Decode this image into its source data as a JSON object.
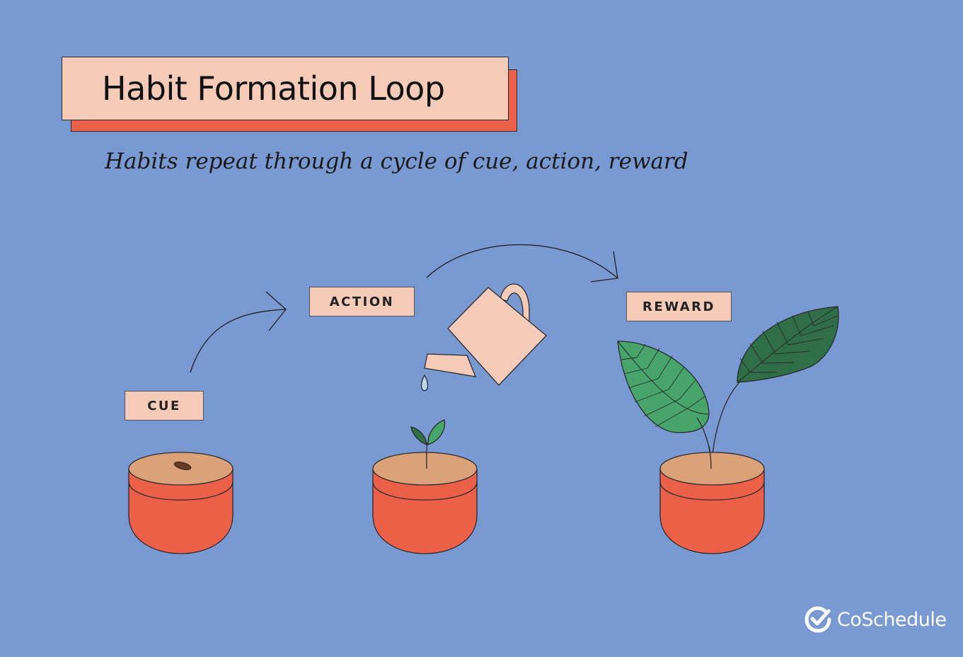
{
  "title": "Habit Formation Loop",
  "subtitle": "Habits repeat through a cycle of cue, action, reward",
  "stages": [
    {
      "label": "CUE"
    },
    {
      "label": "ACTION"
    },
    {
      "label": "REWARD"
    }
  ],
  "brand": {
    "name": "CoSchedule",
    "icon": "check-logo-icon"
  },
  "colors": {
    "background": "#7899d1",
    "title_box": "#f4cbb8",
    "accent": "#ec604a",
    "soil": "#dba27a",
    "leaf_light": "#47a56b",
    "leaf_dark": "#2f6e47"
  }
}
